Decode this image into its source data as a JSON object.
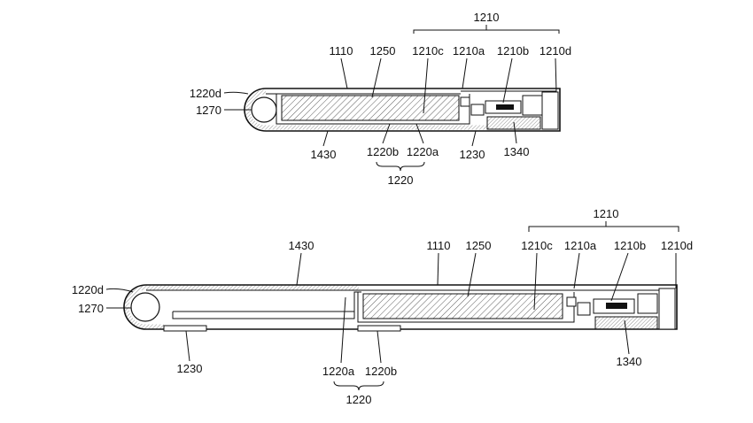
{
  "figure_a": {
    "labels": {
      "l1210": "1210",
      "l1110": "1110",
      "l1250": "1250",
      "l1210c": "1210c",
      "l1210a": "1210a",
      "l1210b": "1210b",
      "l1210d": "1210d",
      "l1220d": "1220d",
      "l1270": "1270",
      "l1430": "1430",
      "l1220b": "1220b",
      "l1220a": "1220a",
      "l1230": "1230",
      "l1340": "1340",
      "l1220": "1220"
    }
  },
  "figure_b": {
    "labels": {
      "l1210": "1210",
      "l1430": "1430",
      "l1110": "1110",
      "l1250": "1250",
      "l1210c": "1210c",
      "l1210a": "1210a",
      "l1210b": "1210b",
      "l1210d": "1210d",
      "l1220d": "1220d",
      "l1270": "1270",
      "l1230": "1230",
      "l1220a": "1220a",
      "l1220b": "1220b",
      "l1340": "1340",
      "l1220": "1220"
    }
  }
}
